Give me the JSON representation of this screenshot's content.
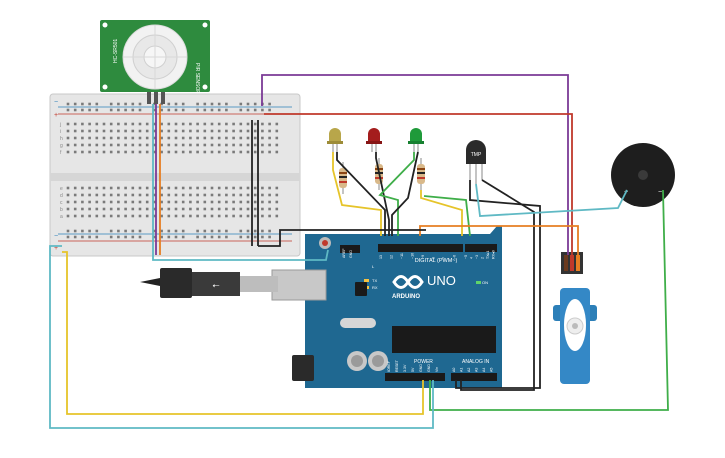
{
  "pir": {
    "left_text": "HC-SR501",
    "right_text": "PIR SENSOR"
  },
  "breadboard": {
    "top_plus": "+",
    "top_minus": "−",
    "bottom_plus": "+",
    "bottom_minus": "−",
    "rows_top": [
      "j",
      "i",
      "h",
      "g",
      "f"
    ],
    "rows_bottom": [
      "e",
      "d",
      "c",
      "b",
      "a"
    ]
  },
  "tmp": {
    "label": "TMP"
  },
  "buzzer": {
    "plus": "+",
    "minus": "−"
  },
  "arduino": {
    "brand": "ARDUINO",
    "model": "UNO",
    "digital_label": "DIGITAL (PWM~)",
    "tx": "TX",
    "rx": "RX",
    "on": "ON",
    "l_led": "L",
    "aref": "AREF",
    "gnd": "GND",
    "digital_pins": [
      "13",
      "12",
      "~11",
      "~10",
      "~9",
      "8",
      "7",
      "~6",
      "~5",
      "4",
      "~3",
      "2",
      "TX▸1",
      "RX◂0"
    ],
    "power_label": "POWER",
    "analog_label": "ANALOG IN",
    "power_pins": [
      "IOREF",
      "RESET",
      "3.3V",
      "5V",
      "GND",
      "GND",
      "Vin"
    ],
    "analog_pins": [
      "A0",
      "A1",
      "A2",
      "A3",
      "A4",
      "A5"
    ]
  },
  "colors": {
    "red": "#c0392b",
    "black": "#222222",
    "purple": "#7b3a96",
    "cyan": "#5fb9c4",
    "yellow": "#e6c42a",
    "green": "#3fae49",
    "orange": "#e67e22",
    "blue": "#2c7fb8"
  }
}
